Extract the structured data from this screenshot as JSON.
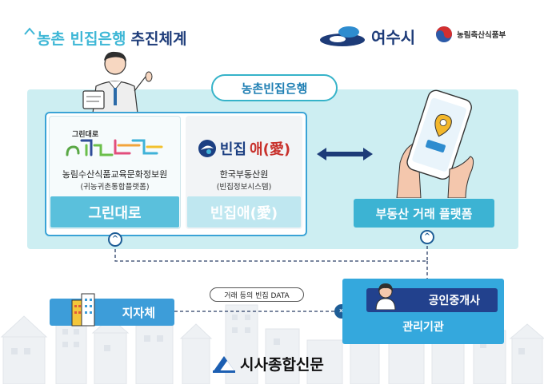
{
  "header": {
    "title_accent": "농촌 빈집은행",
    "title_main": "추진체계",
    "logo_yeosu": "여수시",
    "logo_ministry": "농림축산식품부"
  },
  "bank_title": "농촌빈집은행",
  "platforms": [
    {
      "logo_text": "그린대로",
      "org": "농림수산식품교육문화정보원",
      "org_sub": "(귀농귀촌통합플랫폼)",
      "label": "그린대로",
      "accent": "#5ac0dc"
    },
    {
      "logo_text_blue": "빈집",
      "logo_text_red": "애(愛)",
      "org": "한국부동산원",
      "org_sub": "(빈집정보시스템)",
      "label": "빈집애(愛)",
      "accent": "#bfe7f0"
    }
  ],
  "real_estate": {
    "label": "부동산 거래 플랫폼"
  },
  "government": {
    "label": "지자체"
  },
  "data_flow": {
    "label": "거래 등의 빈집 DATA"
  },
  "agent": {
    "label": "공인중개사",
    "sub": "관리기관"
  },
  "source": {
    "label": "시사종합신문"
  },
  "colors": {
    "navy": "#1f3d7a",
    "teal": "#3eb7d6",
    "band": "#cdeef2",
    "blue": "#34a8dd"
  }
}
